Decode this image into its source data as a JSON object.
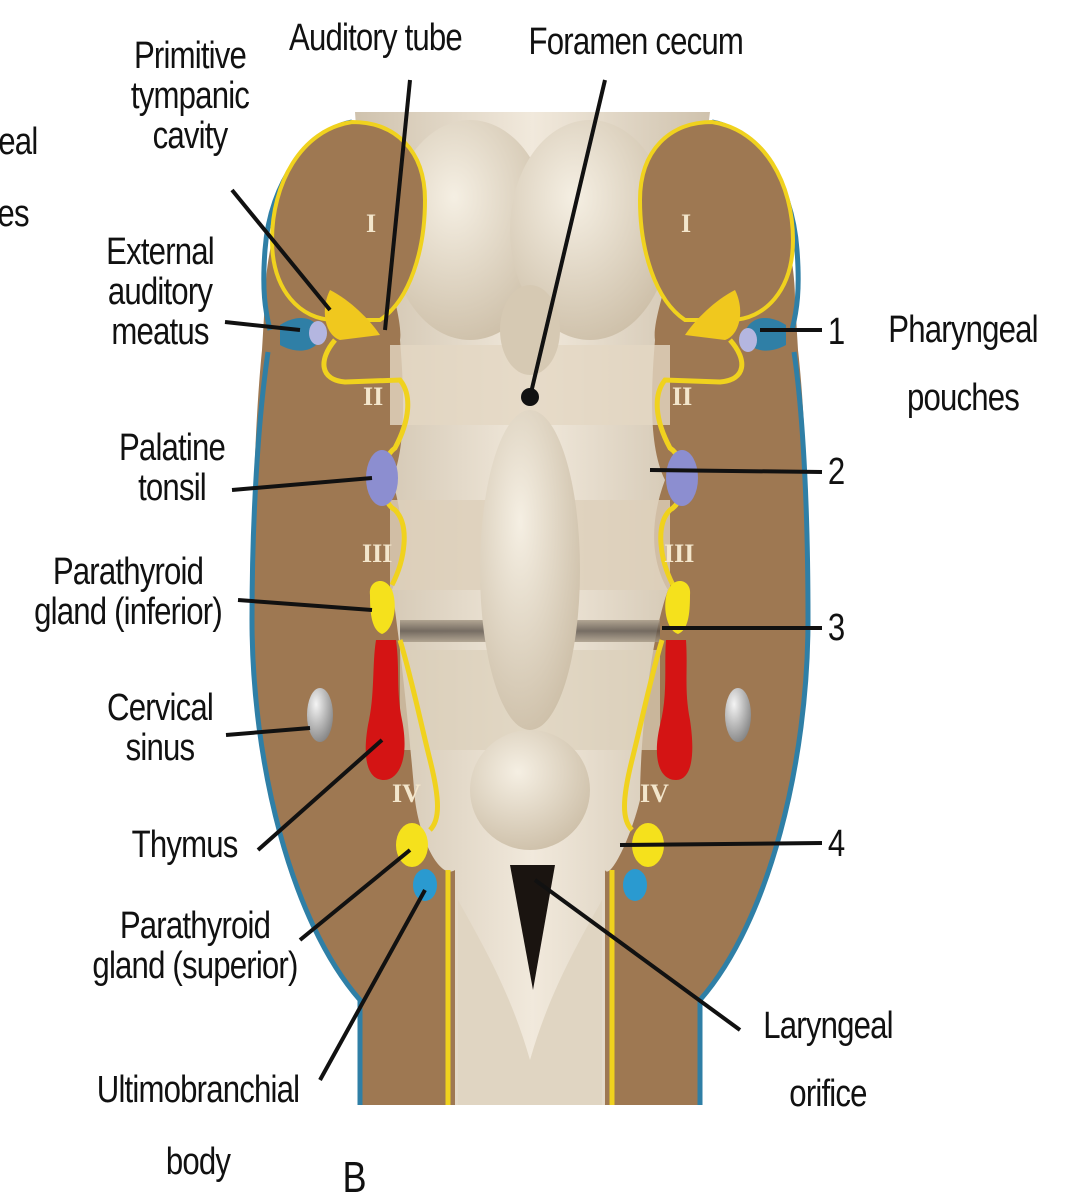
{
  "diagram": {
    "panel_letter": "B",
    "arch_numerals": [
      "I",
      "II",
      "III",
      "IV"
    ],
    "pouch_numbers": [
      "1",
      "2",
      "3",
      "4"
    ],
    "labels": {
      "partial_left_1": "eal",
      "partial_left_2": "es",
      "primitive_tympanic_cavity": [
        "Primitive",
        "tympanic",
        "cavity"
      ],
      "auditory_tube": "Auditory tube",
      "foramen_cecum": "Foramen cecum",
      "external_auditory_meatus": [
        "External",
        "auditory",
        "meatus"
      ],
      "palatine_tonsil": [
        "Palatine",
        "tonsil"
      ],
      "parathyroid_inferior": [
        "Parathyroid",
        "gland (inferior)"
      ],
      "cervical_sinus": [
        "Cervical",
        "sinus"
      ],
      "thymus": "Thymus",
      "parathyroid_superior": [
        "Parathyroid",
        "gland (superior)"
      ],
      "ultimobranchial_body": [
        "Ultimobranchial",
        "body"
      ],
      "pharyngeal_pouches": [
        "Pharyngeal",
        "pouches"
      ],
      "laryngeal_orifice": [
        "Laryngeal",
        "orifice"
      ]
    },
    "colors": {
      "arch": "#9e7852",
      "endoderm_line": "#f0d21e",
      "ectoderm_line": "#2f7fa6",
      "pharynx": "#e6dccb",
      "tonsil": "#8c8ed0",
      "parathyroid": "#f5e11c",
      "thymus": "#d41414",
      "ultimobranchial": "#2a9ad0",
      "cervical_sinus": "#a9a9a9"
    }
  }
}
